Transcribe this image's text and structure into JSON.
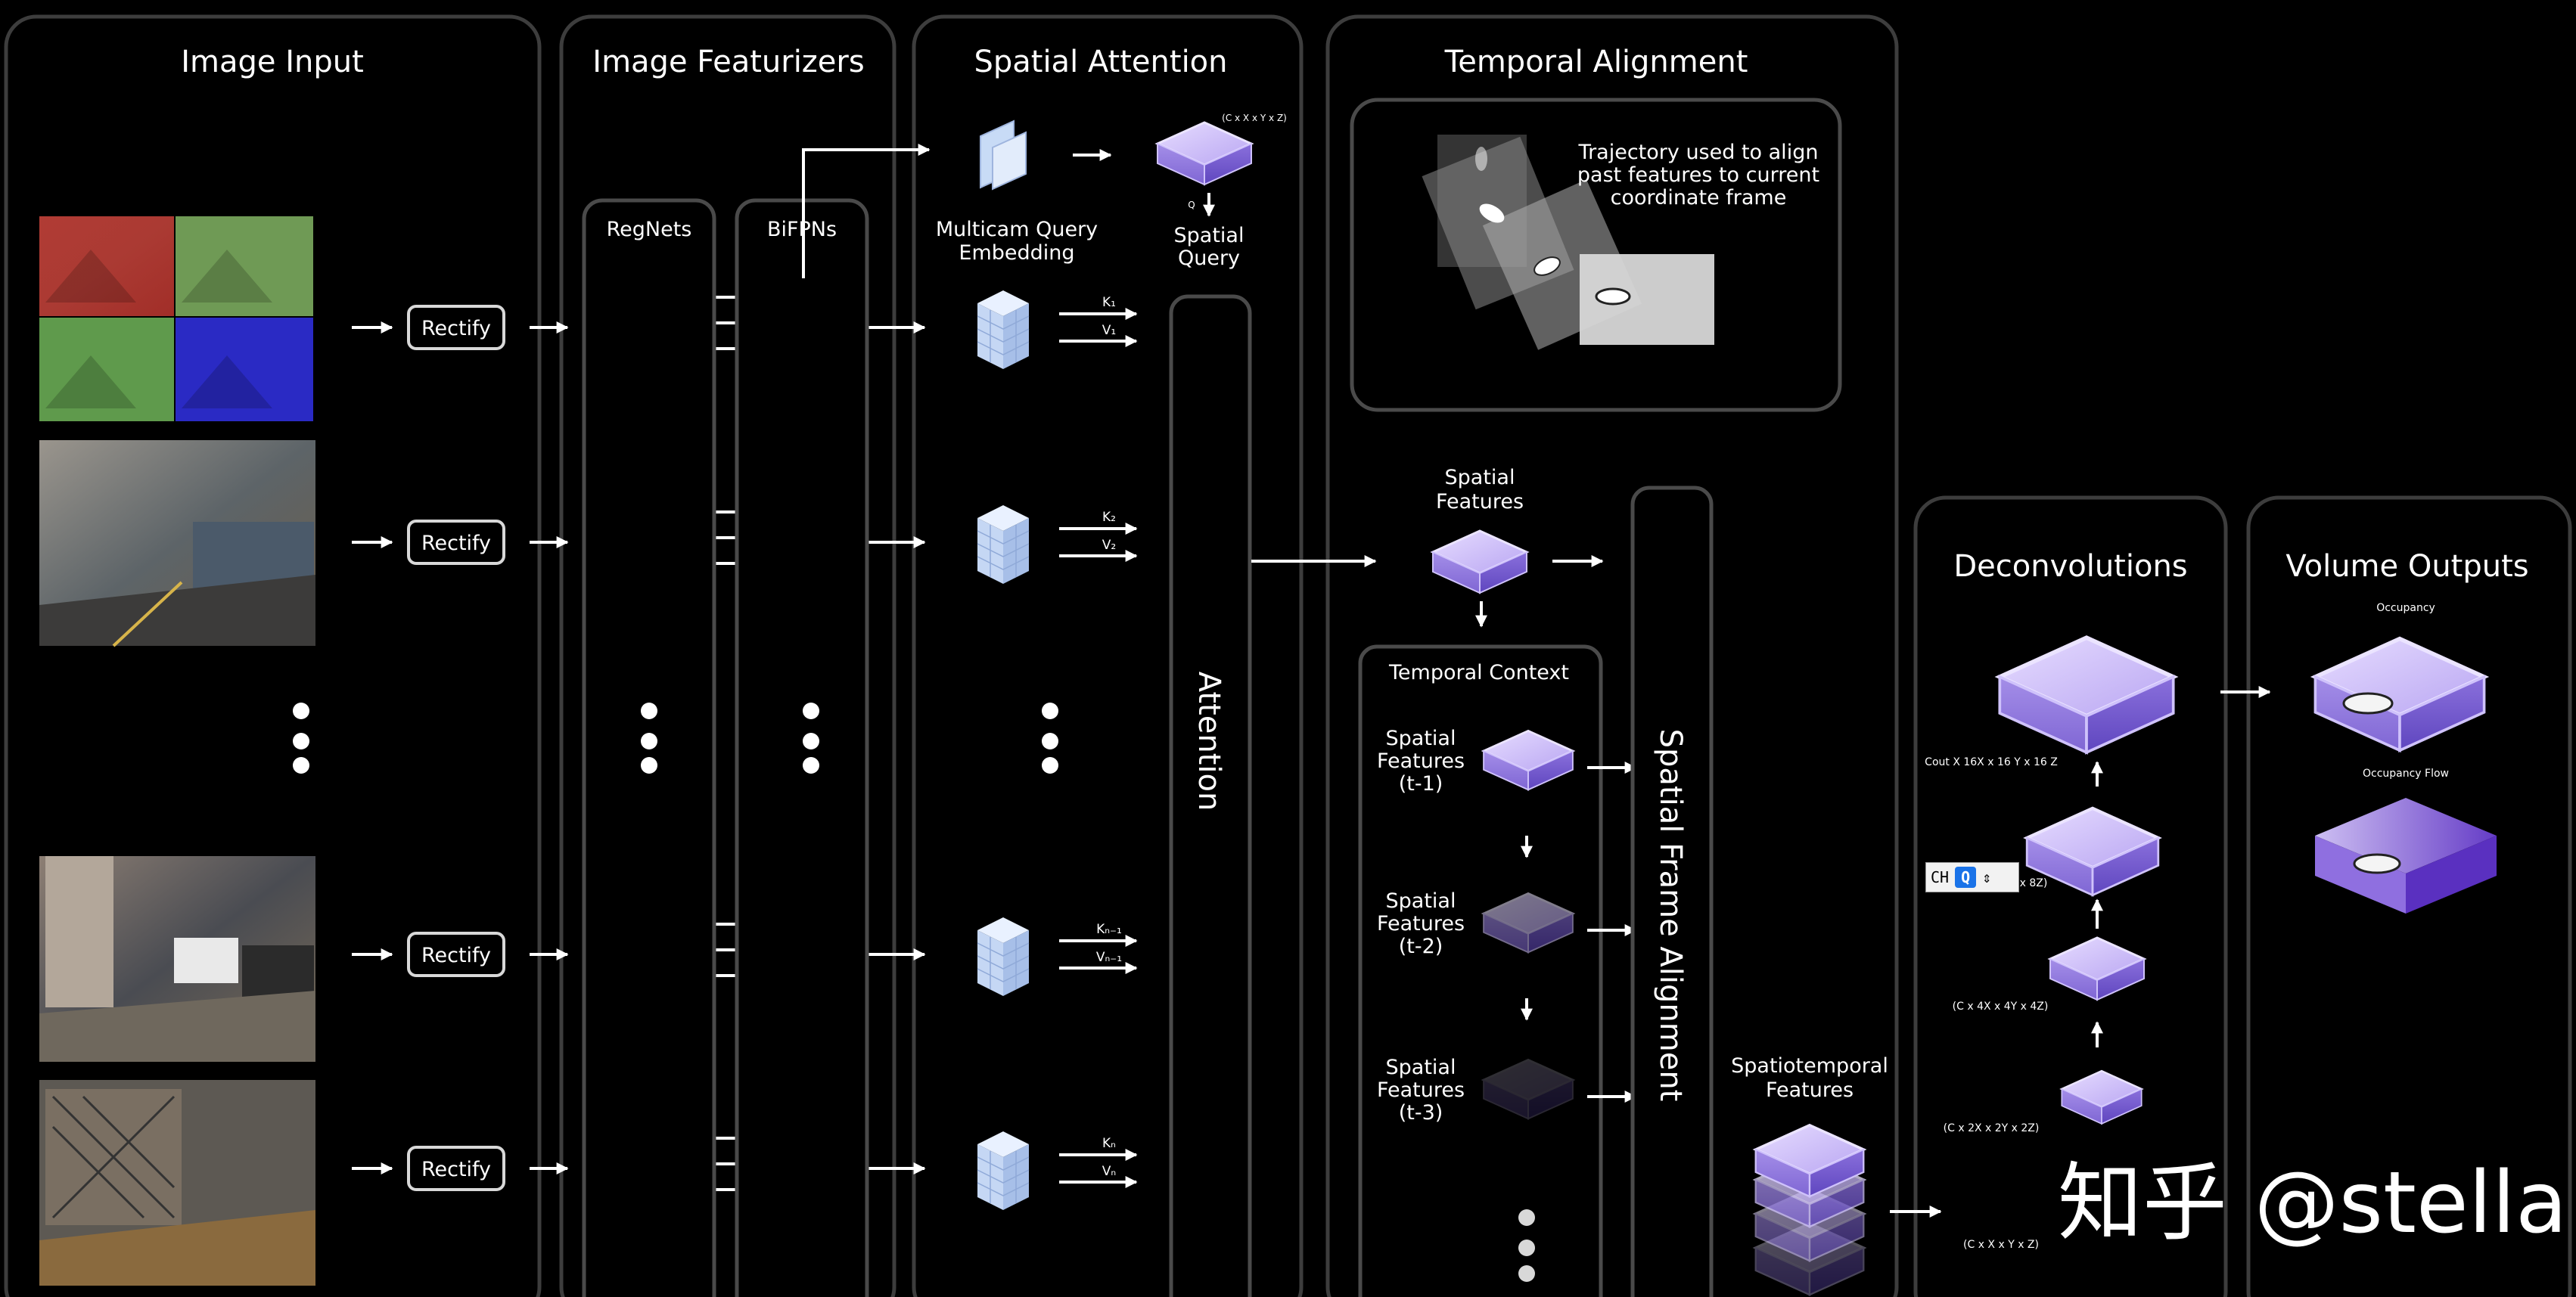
{
  "columns": {
    "image_input": "Image Input",
    "image_featurizers": "Image Featurizers",
    "spatial_attention": "Spatial Attention",
    "temporal_alignment": "Temporal Alignment",
    "deconvolutions": "Deconvolutions",
    "volume_outputs": "Volume Outputs"
  },
  "rectify_label": "Rectify",
  "regnets_label": "RegNets",
  "bifpns_label": "BiFPNs",
  "query_embedding": [
    "Multicam Query",
    "Embedding"
  ],
  "query_dims": "(C x X x Y x Z)",
  "q_label": "Q",
  "spatial_query": [
    "Spatial",
    "Query"
  ],
  "kv_labels": [
    [
      "K₁",
      "V₁"
    ],
    [
      "K₂",
      "V₂"
    ],
    [
      "Kₙ₋₁",
      "Vₙ₋₁"
    ],
    [
      "Kₙ",
      "Vₙ"
    ]
  ],
  "attention_label": "Attention",
  "trajectory_note": [
    "Trajectory used to align",
    "past features to current",
    "coordinate frame"
  ],
  "spatial_features": [
    "Spatial",
    "Features"
  ],
  "temporal_context": "Temporal Context",
  "context_items": [
    [
      "Spatial",
      "Features",
      "(t-1)"
    ],
    [
      "Spatial",
      "Features",
      "(t-2)"
    ],
    [
      "Spatial",
      "Features",
      "(t-3)"
    ]
  ],
  "spatial_frame_alignment": "Spatial Frame Alignment",
  "spatiotemporal": [
    "Spatiotemporal",
    "Features"
  ],
  "deconv_dims": [
    "Cout X 16X x 16 Y x 16 Z",
    "x 8Z)",
    "(C x 4X x 4Y x 4Z)",
    "(C x 2X x 2Y x 2Z)",
    "(C x X x Y x Z)"
  ],
  "occupancy": "Occupancy",
  "occupancy_flow": "Occupancy Flow",
  "watermark": "知乎 @stella",
  "ime": {
    "mode": "CH",
    "icon": "Q"
  },
  "colors": {
    "accent": "#b4a4f0",
    "panel_border": "#3d3d3d",
    "feature_blue": "#cfe0fb"
  }
}
